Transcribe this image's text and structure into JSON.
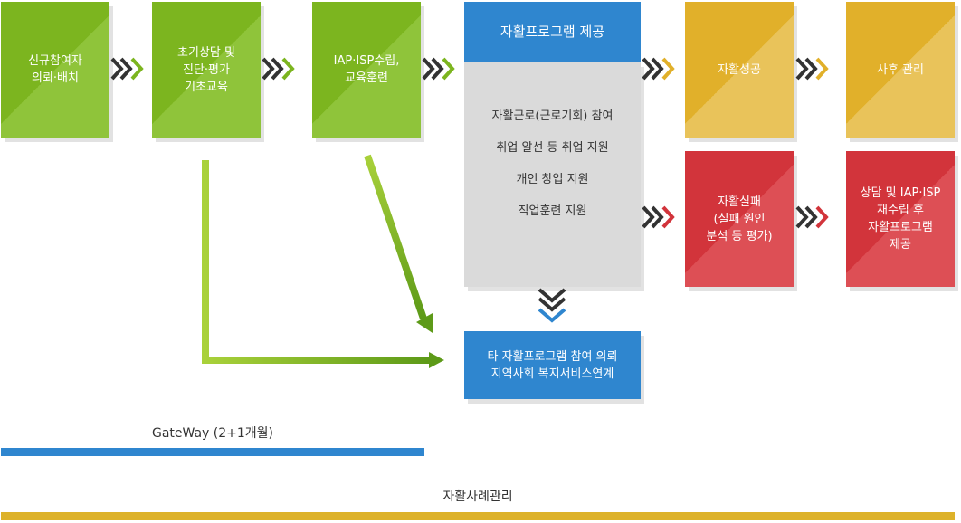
{
  "steps": {
    "referral": "신규참여자\n의뢰·배치",
    "counsel": "초기상담 및\n진단·평가\n기초교육",
    "iap": "IAP·ISP수립,\n교육훈련",
    "program_title": "자활프로그램 제공",
    "program_items": [
      "자활근로(근로기회) 참여",
      "취업 알선 등 취업 지원",
      "개인 창업 지원",
      "직업훈련 지원"
    ],
    "success": "자활성공",
    "aftercare": "사후 관리",
    "failure": "자활실패\n(실패 원인\n분석 등 평가)",
    "replan": "상담 및 IAP·ISP\n재수립 후\n자활프로그램\n제공",
    "other": "타 자활프로그램 참여 의뢰\n지역사회 복지서비스연계"
  },
  "phases": {
    "gateway": "GateWay (2+1개월)",
    "case_mgmt": "자활사례관리"
  },
  "colors": {
    "green": "#7cb51f",
    "yellow": "#e1b02a",
    "red": "#d2343b",
    "blue": "#2f86cf",
    "gateway_bar": "#2f86cf",
    "case_bar": "#ddb22a"
  }
}
